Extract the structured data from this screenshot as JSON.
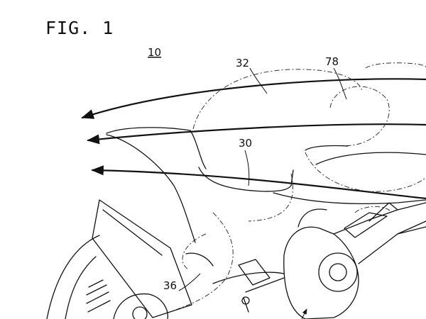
{
  "figure": {
    "title": "FIG. 1",
    "labels": {
      "overall": "10",
      "fairing": "32",
      "tank": "78",
      "duct": "30",
      "frame": "36"
    }
  }
}
